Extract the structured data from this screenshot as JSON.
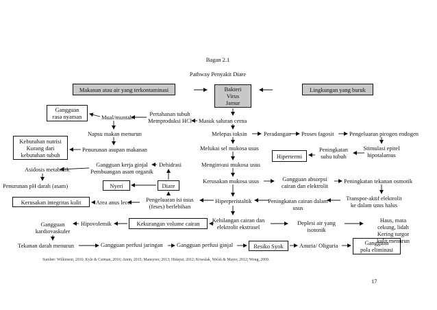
{
  "title": {
    "label": "Bagan 2.1",
    "name": "Pathway Penyakit Diare"
  },
  "boxes": {
    "makanan": "Makanan atau air yang terkontaminasi",
    "bakteri": [
      "Bakteri",
      "Virus",
      "Jamur"
    ],
    "lingkungan": "Lingkungan yang buruk",
    "gangguan_rasa": [
      "Gangguan",
      "rasa nyaman"
    ],
    "kebutuhan_nutrisi": [
      "Kebutuhan nutrisi",
      "Kurang dari",
      "kebutuhan tubuh"
    ],
    "hipertermi": "Hipertermi",
    "nyeri": "Nyeri",
    "diare": "Diare",
    "kerusakan_kulit": "Kerusakan integritas kulit",
    "kekurangan_cairan": "Kekurangan volume cairan",
    "resiko_syok": "Resiko Syok",
    "gangguan_eliminasi": [
      "Gangguan",
      "pola eliminasi"
    ]
  },
  "labels": {
    "mual": "Mual/muntah",
    "pertahanan": [
      "Pertahanan tubuh",
      "Memproduksi HCl"
    ],
    "masuk_saluran": "Masuk saluran cerna",
    "nafsu_makan": "Napsu makan menurun",
    "melepas_toksin": "Melepas toksin",
    "peradangan": "Peradangan",
    "proses_fagosit": "Proses fagosit",
    "pengeluaran_pirogen": "Pengeluaran pirogen endogen",
    "penurunan_asupan": "Penurunan asupan makanan",
    "melukai_sel": "Melukai sel mukosa usus",
    "peningkatan_suhu": [
      "Peningkatan",
      "suhu tubuh"
    ],
    "stimulasi_epitel": [
      "Stimulasi epitel",
      "hipotalamus"
    ],
    "gangguan_ginjal": [
      "Gangguan kerja ginjal",
      "Pembuangan asam organik"
    ],
    "dehidrasi": "Dehidrasi",
    "menginvasi": "Menginvasi mukosa usus",
    "asidosis": "Asidosis metabolik",
    "kerusakan_mukosa": "Kerusakan mukosa usus",
    "gangguan_absorpsi": [
      "Gangguan absorpsi",
      "cairan dan elektrolit"
    ],
    "peningkatan_osmotik": "Peningkatan tekanan osmotik",
    "penurunan_ph": "Penurunan pH darah (asam)",
    "area_anus": "Area anus lecet",
    "pengeluaran_isi": [
      "Pengeluaran isi usus",
      "(feses) berlebihan"
    ],
    "hiperperistaltik": "Hiperperistaltik",
    "peningkatan_cairan_usus": [
      "Peningkatan cairan dalam",
      "usus"
    ],
    "transpor_aktif": [
      "Transpor-aktif elektrolit",
      "ke dalam usus halus"
    ],
    "gangguan_kardio": [
      "Gangguan",
      "kardiovaskuler"
    ],
    "hipovolemik": "Hipovolemik",
    "kehilangan_cairan": [
      "Kehilangan cairan dan",
      "elektrolit ekstrasel"
    ],
    "deplesi": [
      "Deplesi air yang",
      "isotonik"
    ],
    "haus": [
      "Haus, mata cekung, lidah",
      "Kering turgor kulit menurun"
    ],
    "tekanan_darah": "Tekanan darah menurun",
    "perfusi_jaringan": "Gangguan perfusi jaringan",
    "perfusi_ginjal": "Gangguan perfusi ginjal",
    "anuria": "Anuria/ Oliguria"
  },
  "source": "Sumber: Wilkinson, 2016; Kyle & Carman, 2016; Amin, 2015; Mansyoer, 2013; Hidayat, 2012; Kowalak, Welsh & Mayer, 2012; Wong, 2009.",
  "page_number": "17"
}
